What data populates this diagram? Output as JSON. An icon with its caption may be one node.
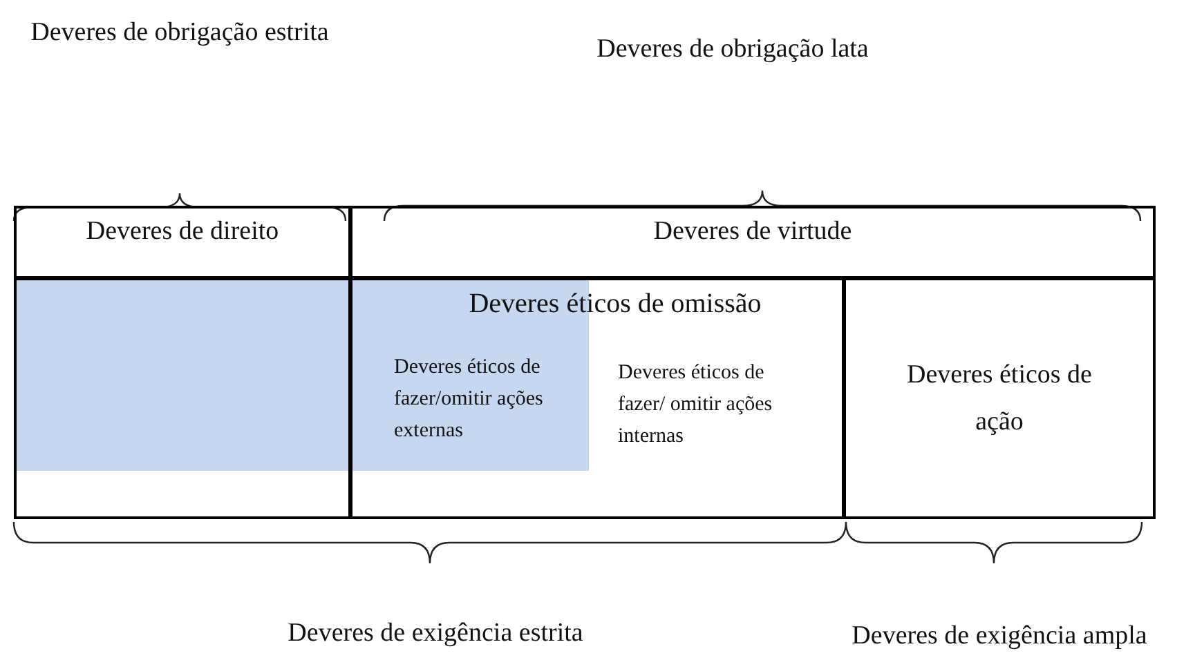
{
  "diagram": {
    "nodes": [
      {
        "text": [
          "Deveres de direito"
        ]
      },
      {
        "text": [
          "Deveres de virtude"
        ]
      },
      {
        "text": [
          "Deveres éticos de omissão",
          "Deveres éticos de fazer/omitir ações externas",
          "Deveres éticos de fazer/ omitir ações internas"
        ]
      },
      {
        "text": [
          "Deveres éticos de ação"
        ]
      }
    ],
    "labels": [
      "Deveres de obrigação estrita",
      "Deveres de obrigação lata",
      "Deveres de exigência estrita",
      "Deveres de exigência ampla"
    ]
  }
}
